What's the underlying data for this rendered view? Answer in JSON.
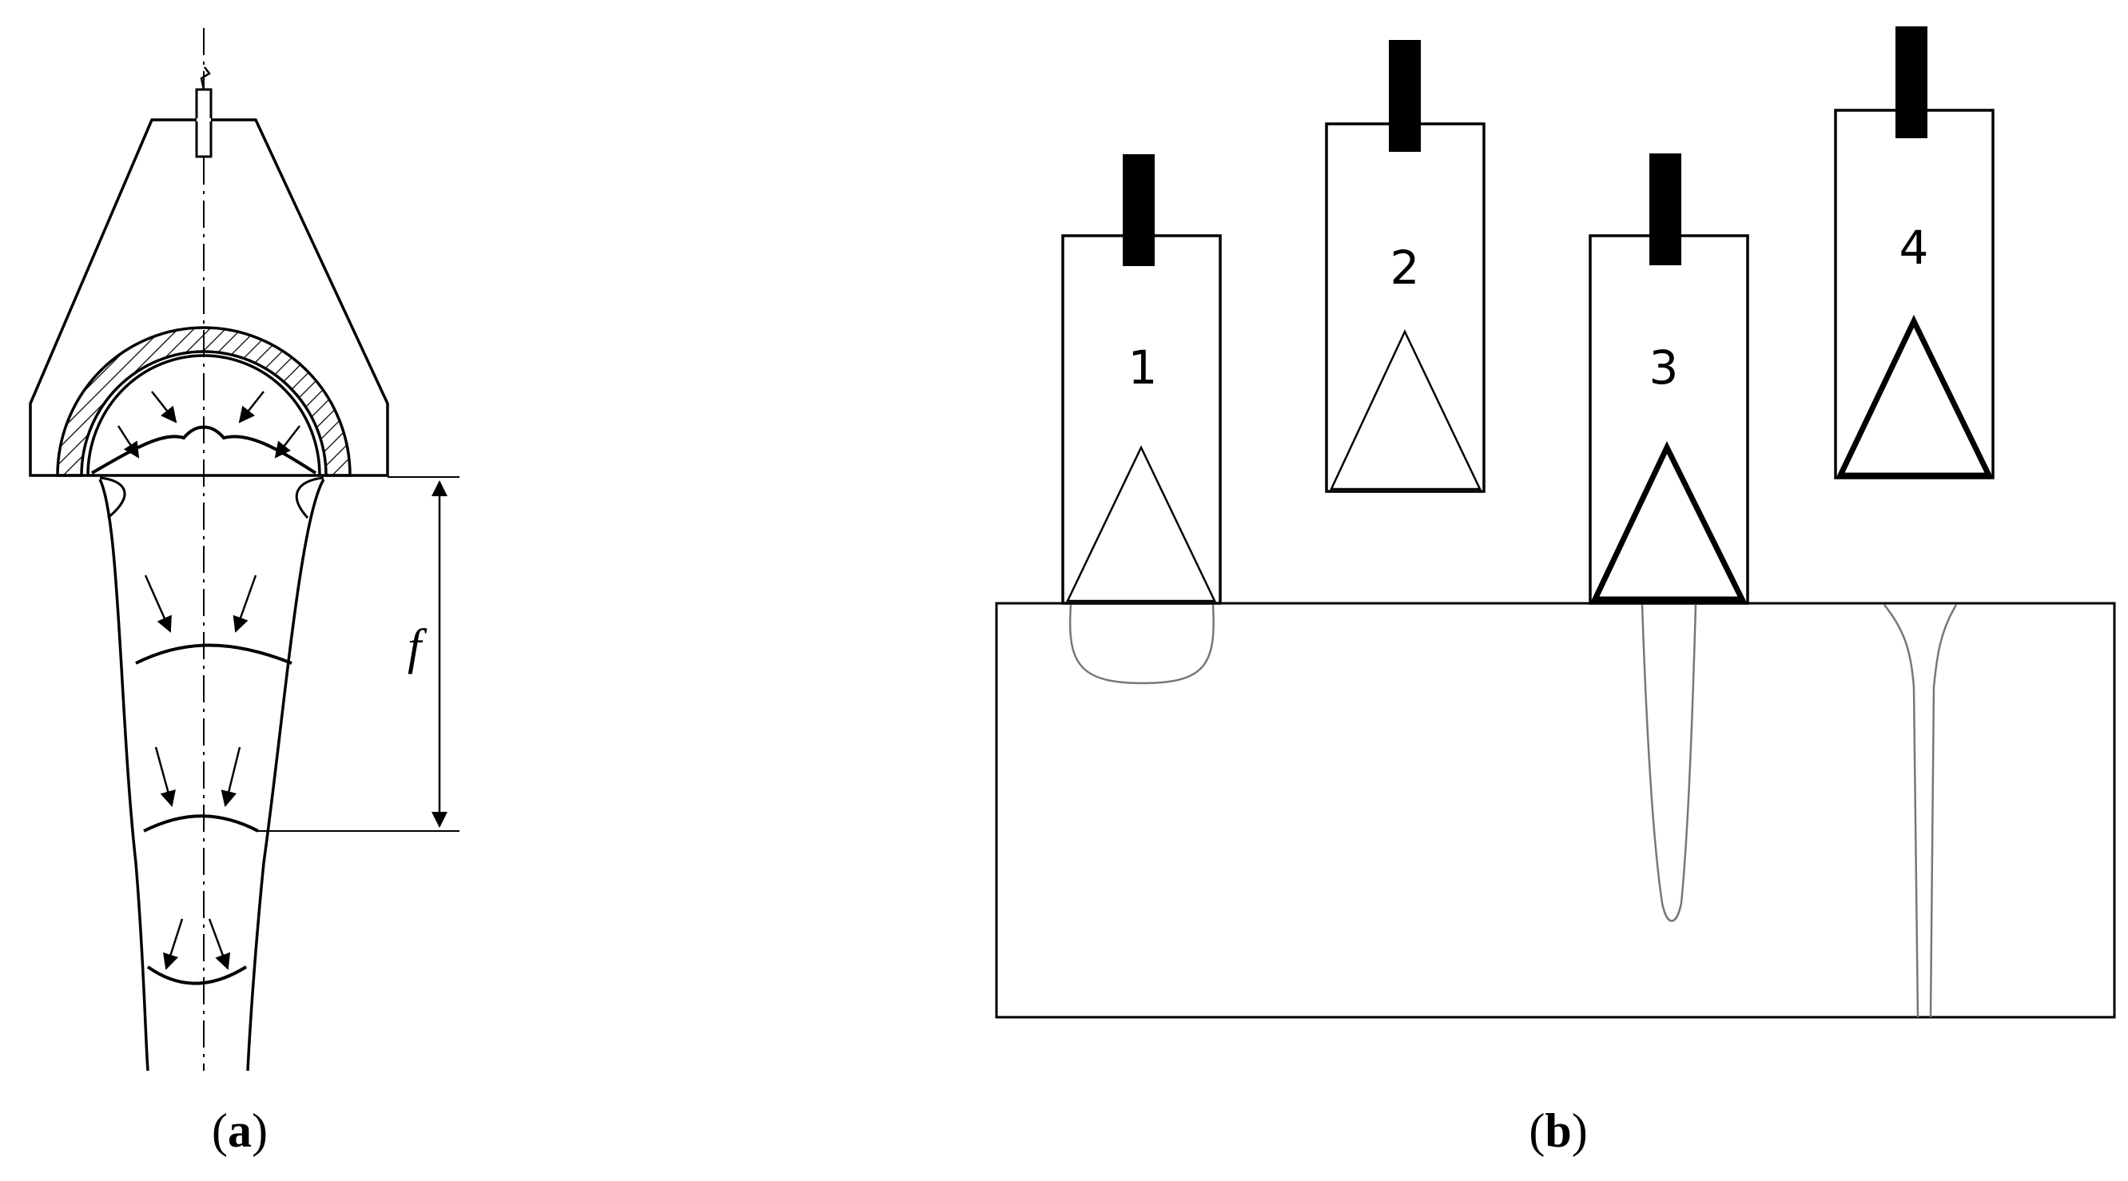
{
  "panel_a": {
    "dimension_label": "f",
    "caption_open": "(",
    "caption_letter": "a",
    "caption_close": ")"
  },
  "panel_b": {
    "probe_labels": [
      "1",
      "2",
      "3",
      "4"
    ],
    "caption_open": "(",
    "caption_letter": "b",
    "caption_close": ")"
  }
}
